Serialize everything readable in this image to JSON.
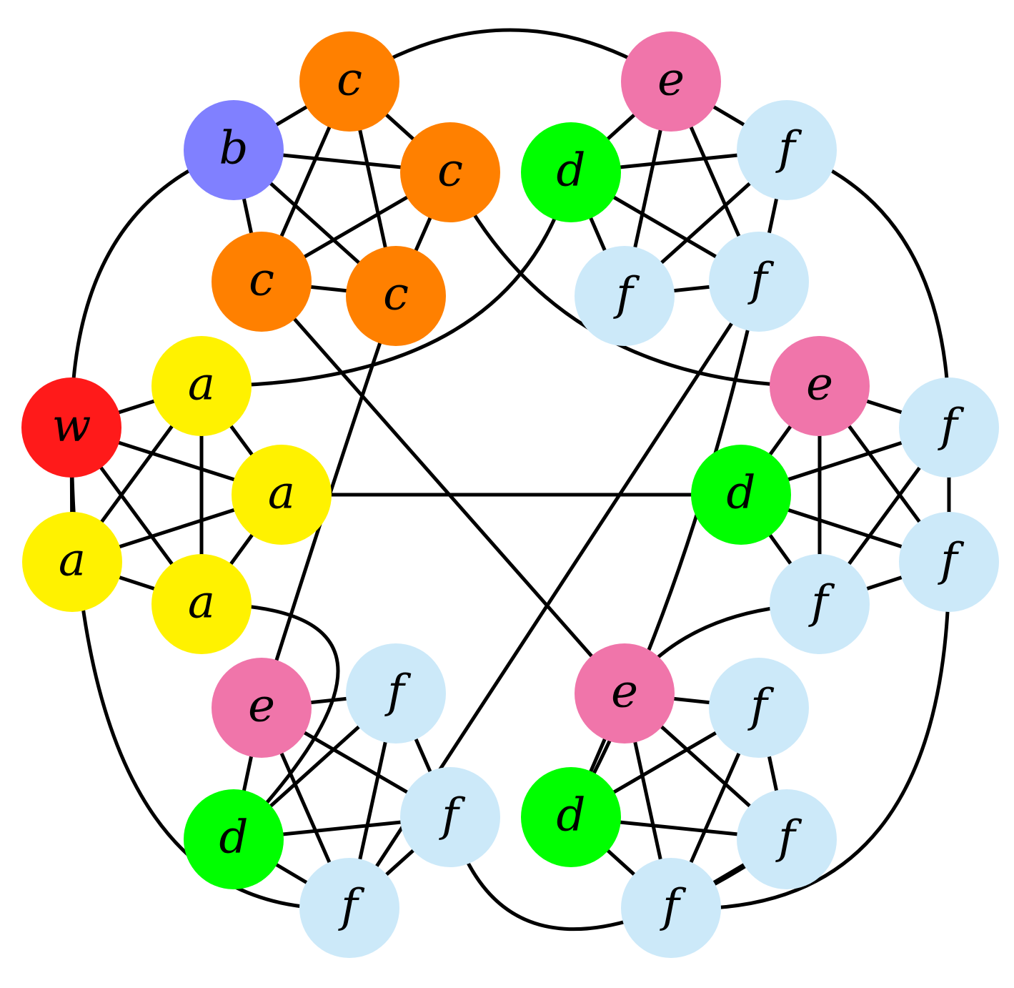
{
  "colors": {
    "w": "#ff1a1a",
    "a": "#fff200",
    "b": "#8080ff",
    "c": "#ff8000",
    "d": "#00ff00",
    "e": "#f075aa",
    "f": "#cce9f9",
    "edge": "#000000"
  },
  "nodes": [
    {
      "id": "w1",
      "label": "w"
    },
    {
      "id": "a1",
      "label": "a"
    },
    {
      "id": "a2",
      "label": "a"
    },
    {
      "id": "a3",
      "label": "a"
    },
    {
      "id": "a4",
      "label": "a"
    },
    {
      "id": "b1",
      "label": "b"
    },
    {
      "id": "c1",
      "label": "c"
    },
    {
      "id": "c2",
      "label": "c"
    },
    {
      "id": "c3",
      "label": "c"
    },
    {
      "id": "c4",
      "label": "c"
    },
    {
      "id": "e1",
      "label": "e"
    },
    {
      "id": "d1",
      "label": "d"
    },
    {
      "id": "f1",
      "label": "f"
    },
    {
      "id": "f2",
      "label": "f"
    },
    {
      "id": "f3",
      "label": "f"
    },
    {
      "id": "e2",
      "label": "e"
    },
    {
      "id": "d2",
      "label": "d"
    },
    {
      "id": "f4",
      "label": "f"
    },
    {
      "id": "f5",
      "label": "f"
    },
    {
      "id": "f6",
      "label": "f"
    },
    {
      "id": "e3",
      "label": "e"
    },
    {
      "id": "d3",
      "label": "d"
    },
    {
      "id": "f7",
      "label": "f"
    },
    {
      "id": "f8",
      "label": "f"
    },
    {
      "id": "f9",
      "label": "f"
    },
    {
      "id": "e4",
      "label": "e"
    },
    {
      "id": "d4",
      "label": "d"
    },
    {
      "id": "f10",
      "label": "f"
    },
    {
      "id": "f11",
      "label": "f"
    },
    {
      "id": "f12",
      "label": "f"
    }
  ],
  "edges": [
    [
      "w1",
      "a1"
    ],
    [
      "w1",
      "a2"
    ],
    [
      "w1",
      "a3"
    ],
    [
      "w1",
      "a4"
    ],
    [
      "a1",
      "a2"
    ],
    [
      "a1",
      "a3"
    ],
    [
      "a1",
      "a4"
    ],
    [
      "a2",
      "a3"
    ],
    [
      "a2",
      "a4"
    ],
    [
      "a3",
      "a4"
    ],
    [
      "b1",
      "c1"
    ],
    [
      "b1",
      "c2"
    ],
    [
      "b1",
      "c3"
    ],
    [
      "b1",
      "c4"
    ],
    [
      "c1",
      "c2"
    ],
    [
      "c1",
      "c3"
    ],
    [
      "c1",
      "c4"
    ],
    [
      "c2",
      "c3"
    ],
    [
      "c2",
      "c4"
    ],
    [
      "c3",
      "c4"
    ],
    [
      "e1",
      "d1"
    ],
    [
      "e1",
      "f1"
    ],
    [
      "e1",
      "f2"
    ],
    [
      "e1",
      "f3"
    ],
    [
      "d1",
      "f1"
    ],
    [
      "d1",
      "f2"
    ],
    [
      "d1",
      "f3"
    ],
    [
      "f1",
      "f2"
    ],
    [
      "f1",
      "f3"
    ],
    [
      "f2",
      "f3"
    ],
    [
      "e2",
      "d2"
    ],
    [
      "e2",
      "f4"
    ],
    [
      "e2",
      "f5"
    ],
    [
      "e2",
      "f6"
    ],
    [
      "d2",
      "f4"
    ],
    [
      "d2",
      "f5"
    ],
    [
      "d2",
      "f6"
    ],
    [
      "f4",
      "f5"
    ],
    [
      "f4",
      "f6"
    ],
    [
      "f5",
      "f6"
    ],
    [
      "e3",
      "d3"
    ],
    [
      "e3",
      "f7"
    ],
    [
      "e3",
      "f8"
    ],
    [
      "e3",
      "f9"
    ],
    [
      "d3",
      "f7"
    ],
    [
      "d3",
      "f8"
    ],
    [
      "d3",
      "f9"
    ],
    [
      "f7",
      "f8"
    ],
    [
      "f7",
      "f9"
    ],
    [
      "f8",
      "f9"
    ],
    [
      "e4",
      "d4"
    ],
    [
      "e4",
      "f10"
    ],
    [
      "e4",
      "f11"
    ],
    [
      "e4",
      "f12"
    ],
    [
      "d4",
      "f10"
    ],
    [
      "d4",
      "f11"
    ],
    [
      "d4",
      "f12"
    ],
    [
      "f10",
      "f11"
    ],
    [
      "f10",
      "f12"
    ],
    [
      "f11",
      "f12"
    ],
    [
      "w1",
      "b1"
    ],
    [
      "c1",
      "e1"
    ],
    [
      "f1",
      "f4"
    ],
    [
      "f5",
      "f12"
    ],
    [
      "f11",
      "f8"
    ],
    [
      "f9",
      "w1"
    ],
    [
      "a1",
      "d1"
    ],
    [
      "c2",
      "e2"
    ],
    [
      "f3",
      "d4"
    ],
    [
      "f6",
      "e4"
    ],
    [
      "a4",
      "d3"
    ],
    [
      "c4",
      "e3"
    ],
    [
      "a2",
      "d2"
    ],
    [
      "c3",
      "e4"
    ],
    [
      "f3",
      "f9"
    ]
  ]
}
